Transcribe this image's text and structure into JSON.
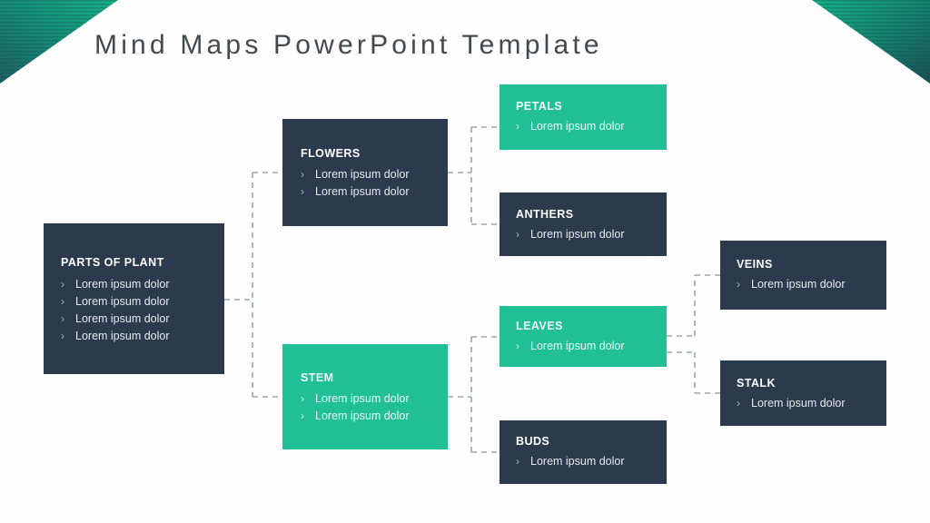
{
  "slide": {
    "title": "Mind Maps PowerPoint Template",
    "background_color": "#fefefe",
    "accent_green": "#21bf96",
    "accent_dark": "#2b3a4d",
    "accent_deep_teal": "#17595c",
    "title_color": "#434a4f",
    "connector_color": "#9aa3ab"
  },
  "bullet_glyph": "›",
  "nodes": {
    "root": {
      "title": "PARTS OF PLANT",
      "style": "dark",
      "items": [
        "Lorem ipsum dolor",
        "Lorem ipsum dolor",
        "Lorem ipsum dolor",
        "Lorem ipsum dolor"
      ]
    },
    "flowers": {
      "title": "FLOWERS",
      "style": "dark",
      "items": [
        "Lorem ipsum dolor",
        "Lorem ipsum dolor"
      ]
    },
    "stem": {
      "title": "STEM",
      "style": "green",
      "items": [
        "Lorem ipsum dolor",
        "Lorem ipsum dolor"
      ]
    },
    "petals": {
      "title": "PETALS",
      "style": "green",
      "items": [
        "Lorem ipsum dolor"
      ]
    },
    "anthers": {
      "title": "ANTHERS",
      "style": "dark",
      "items": [
        "Lorem ipsum dolor"
      ]
    },
    "leaves": {
      "title": "LEAVES",
      "style": "green",
      "items": [
        "Lorem ipsum dolor"
      ]
    },
    "buds": {
      "title": "BUDS",
      "style": "dark",
      "items": [
        "Lorem ipsum dolor"
      ]
    },
    "veins": {
      "title": "VEINS",
      "style": "dark",
      "items": [
        "Lorem ipsum dolor"
      ]
    },
    "stalk": {
      "title": "STALK",
      "style": "dark",
      "items": [
        "Lorem ipsum dolor"
      ]
    }
  }
}
